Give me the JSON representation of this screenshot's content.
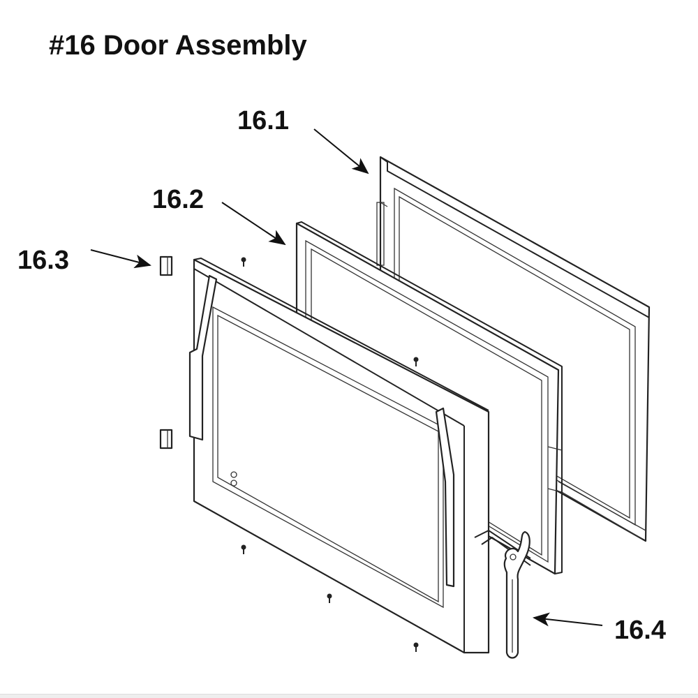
{
  "title": "#16 Door Assembly",
  "callouts": [
    {
      "id": "16.1",
      "label": "16.1"
    },
    {
      "id": "16.2",
      "label": "16.2"
    },
    {
      "id": "16.3",
      "label": "16.3"
    },
    {
      "id": "16.4",
      "label": "16.4"
    }
  ],
  "colors": {
    "ink": "#222222",
    "background": "#ffffff"
  }
}
